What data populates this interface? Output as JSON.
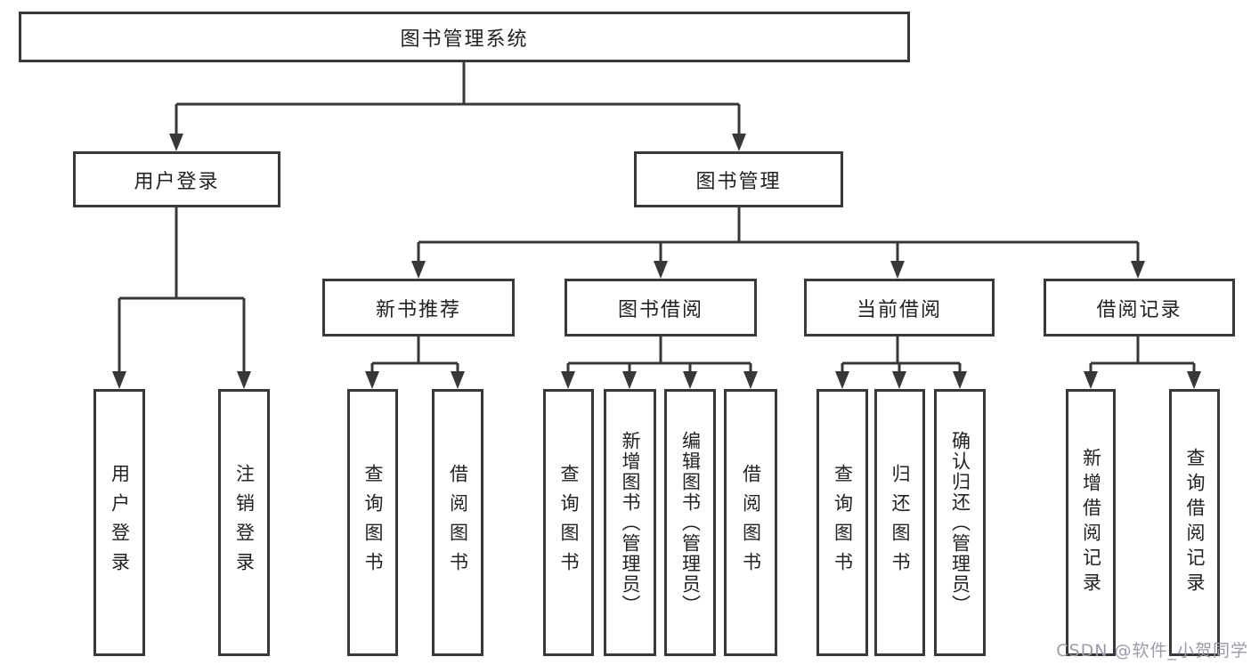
{
  "diagram": {
    "root": {
      "label": "图书管理系统",
      "children": [
        {
          "label": "用户登录",
          "children": [
            {
              "label": "用户登录"
            },
            {
              "label": "注销登录"
            }
          ]
        },
        {
          "label": "图书管理",
          "children": [
            {
              "label": "新书推荐",
              "children": [
                {
                  "label": "查询图书"
                },
                {
                  "label": "借阅图书"
                }
              ]
            },
            {
              "label": "图书借阅",
              "children": [
                {
                  "label": "查询图书"
                },
                {
                  "label": "新增图书（管理员）"
                },
                {
                  "label": "编辑图书（管理员）"
                },
                {
                  "label": "借阅图书"
                }
              ]
            },
            {
              "label": "当前借阅",
              "children": [
                {
                  "label": "查询图书"
                },
                {
                  "label": "归还图书"
                },
                {
                  "label": "确认归还（管理员）"
                }
              ]
            },
            {
              "label": "借阅记录",
              "children": [
                {
                  "label": "新增借阅记录"
                },
                {
                  "label": "查询借阅记录"
                }
              ]
            }
          ]
        }
      ]
    }
  },
  "watermark": {
    "text": "CSDN @软件_小贺同学"
  },
  "colors": {
    "line": "#383838",
    "box_border": "#383838",
    "box_background": "#ffffff",
    "text": "#222222",
    "watermark": "#9b9bab"
  }
}
